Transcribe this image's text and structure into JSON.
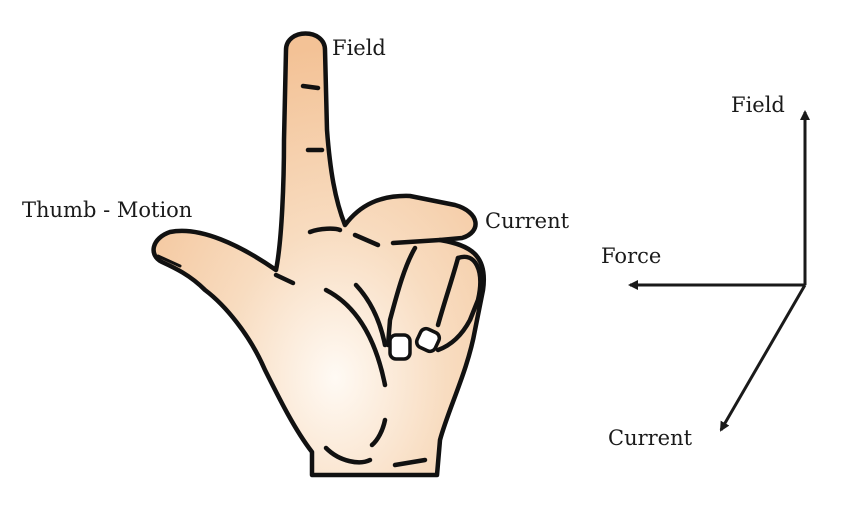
{
  "title": "Fleming's left hand rule",
  "hand_labels": {
    "index": "Field",
    "thumb": "Thumb - Motion",
    "middle": "Current"
  },
  "axes_labels": {
    "up": "Field",
    "left": "Force",
    "down_left": "Current"
  },
  "colors": {
    "skin": "#f5c9a0",
    "skin_light": "#fdf1e6",
    "outline": "#111111",
    "arrow": "#1a1a1a"
  }
}
